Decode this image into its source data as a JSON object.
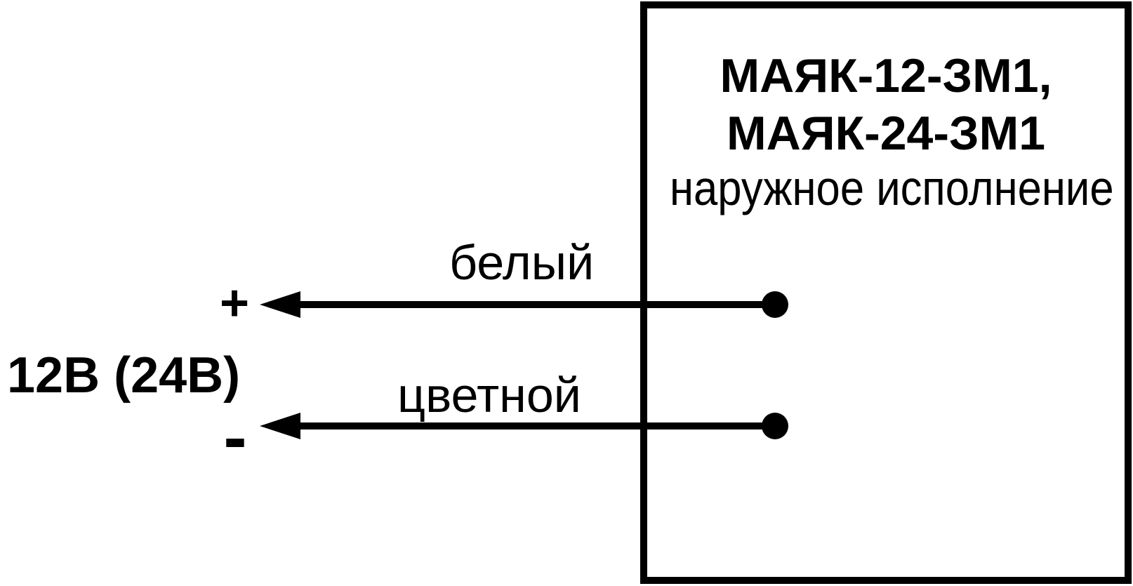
{
  "device": {
    "model_line1": "МАЯК-12-ЗМ1,",
    "model_line2": "МАЯК-24-ЗМ1",
    "variant": "наружное исполнение"
  },
  "power_source": {
    "label": "12В (24В)",
    "positive": "+",
    "negative": "-"
  },
  "wires": [
    {
      "label": "белый",
      "polarity": "+"
    },
    {
      "label": "цветной",
      "polarity": "-"
    }
  ],
  "colors": {
    "line": "#000000",
    "background": "#ffffff"
  }
}
